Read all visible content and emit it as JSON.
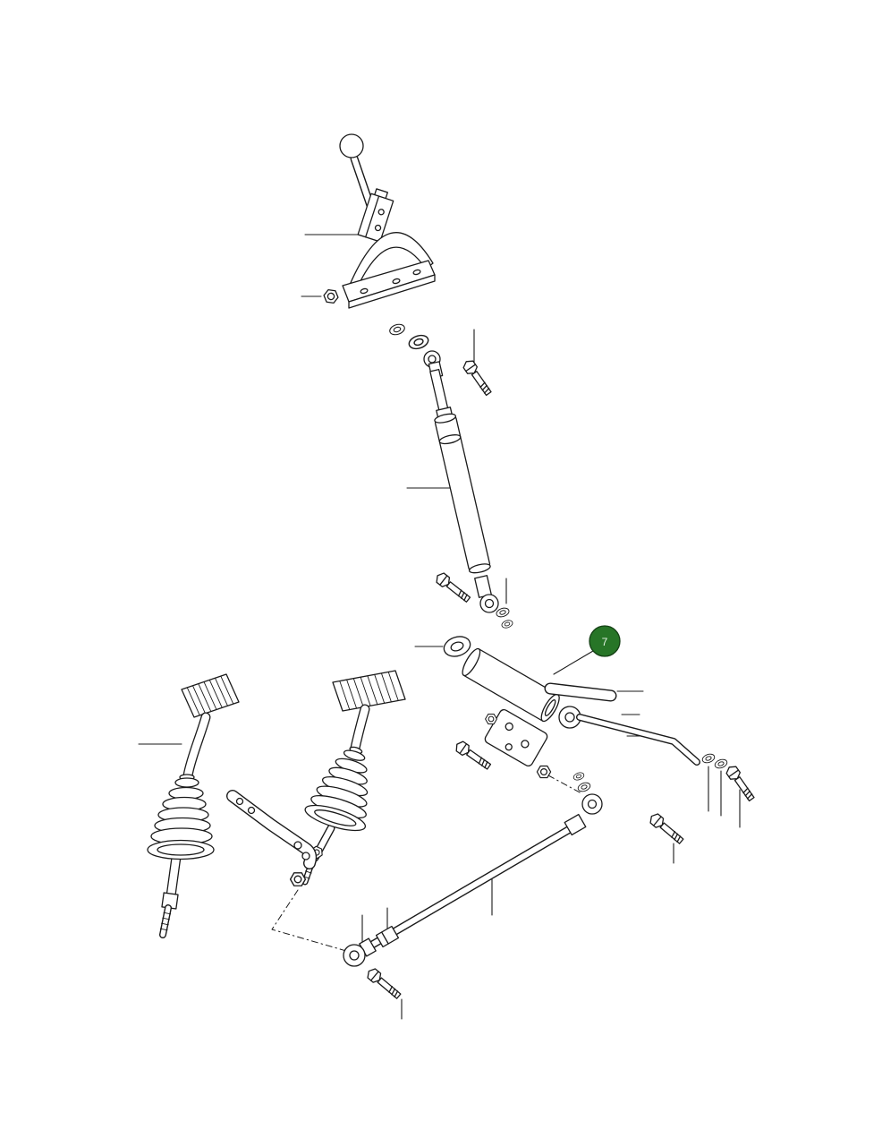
{
  "figure": {
    "background": "#ffffff",
    "line_color": "#1a1a1a"
  },
  "callout": {
    "label": "7",
    "fill": "#277527",
    "ring": "#143f14",
    "text_color": "#e3f2e3"
  },
  "parts": [
    {
      "name": "gearshift-knob"
    },
    {
      "name": "gearshift-lever"
    },
    {
      "name": "shifter-dome-bracket"
    },
    {
      "name": "mounting-plate"
    },
    {
      "name": "hex-nut"
    },
    {
      "name": "washer-stack"
    },
    {
      "name": "hex-bolt"
    },
    {
      "name": "shift-rod"
    },
    {
      "name": "seal-washer"
    },
    {
      "name": "cross-shaft-lever"
    },
    {
      "name": "pedal-left"
    },
    {
      "name": "pedal-right"
    },
    {
      "name": "pedal-boot"
    },
    {
      "name": "pedal-bracket"
    },
    {
      "name": "linkage-rod"
    }
  ]
}
